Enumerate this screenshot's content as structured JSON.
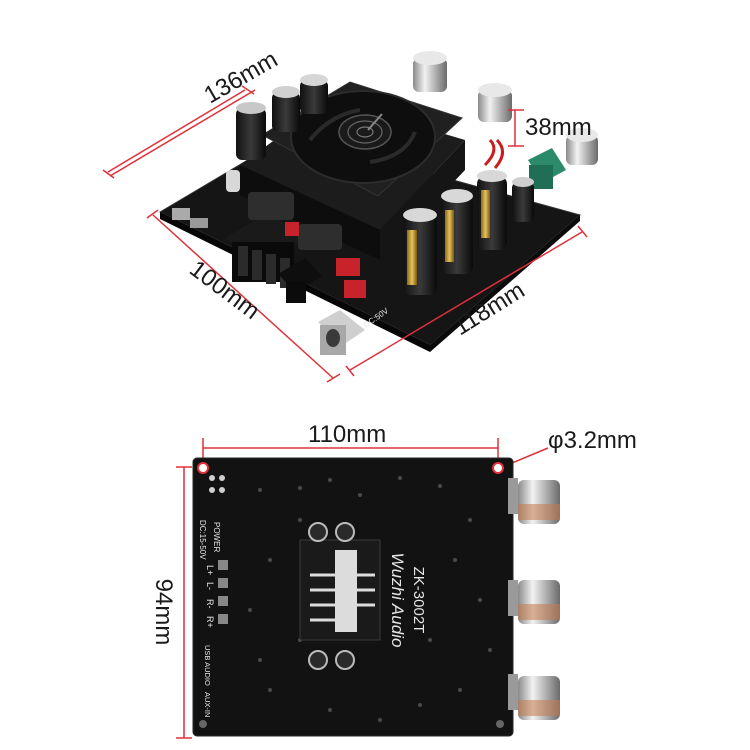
{
  "image": {
    "top_view": {
      "length_label": "136mm",
      "depth_label": "100mm",
      "diagonal_label": "118mm",
      "height_label": "38mm",
      "voltage_mark": "DC:50V"
    },
    "bottom_view": {
      "width_label": "110mm",
      "height_label": "94mm",
      "hole_label": "φ3.2mm",
      "brand_script": "Wuzhi Audio",
      "model": "ZK-3002T",
      "power_label": "POWER",
      "power_spec": "DC:15-50V",
      "output_labels": [
        "L+",
        "L-",
        "R-",
        "R+"
      ],
      "usb_label": "USB AUDIO",
      "aux_label": "AUX-IN"
    },
    "colors": {
      "dimension_line": "#e0303a",
      "pcb": "#111111",
      "knob_metal": "#c9c9c9"
    }
  }
}
